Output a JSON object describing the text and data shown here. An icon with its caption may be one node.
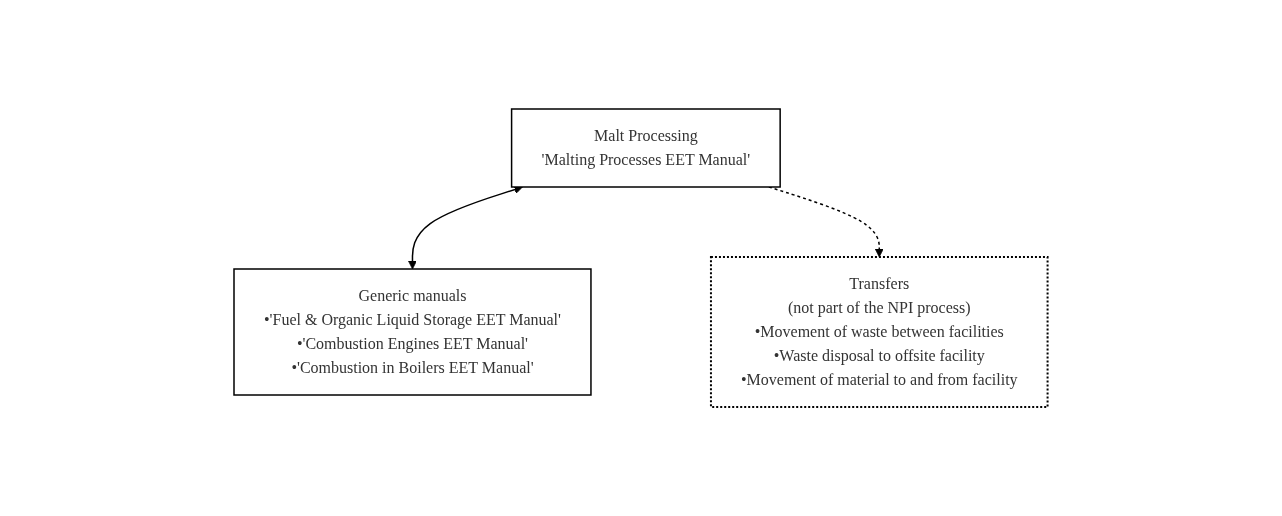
{
  "diagram": {
    "nodes": [
      {
        "text": [
          "Malt Processing",
          "'Malting Processes EET Manual'"
        ]
      },
      {
        "text": [
          "Generic manuals",
          "•'Fuel & Organic Liquid Storage EET Manual'",
          "•'Combustion Engines EET Manual'",
          "•'Combustion in Boilers EET Manual'"
        ]
      },
      {
        "text": [
          "Transfers",
          "(not part of the NPI process)",
          "•Movement of waste between facilities",
          "•Waste disposal to offsite facility",
          "•Movement of material to and from facility"
        ]
      }
    ],
    "edges": [
      {
        "from": 0,
        "to": 1,
        "arrow": "both"
      },
      {
        "from": 0,
        "to": 2,
        "arrow": "to",
        "style": "dashed"
      }
    ]
  }
}
